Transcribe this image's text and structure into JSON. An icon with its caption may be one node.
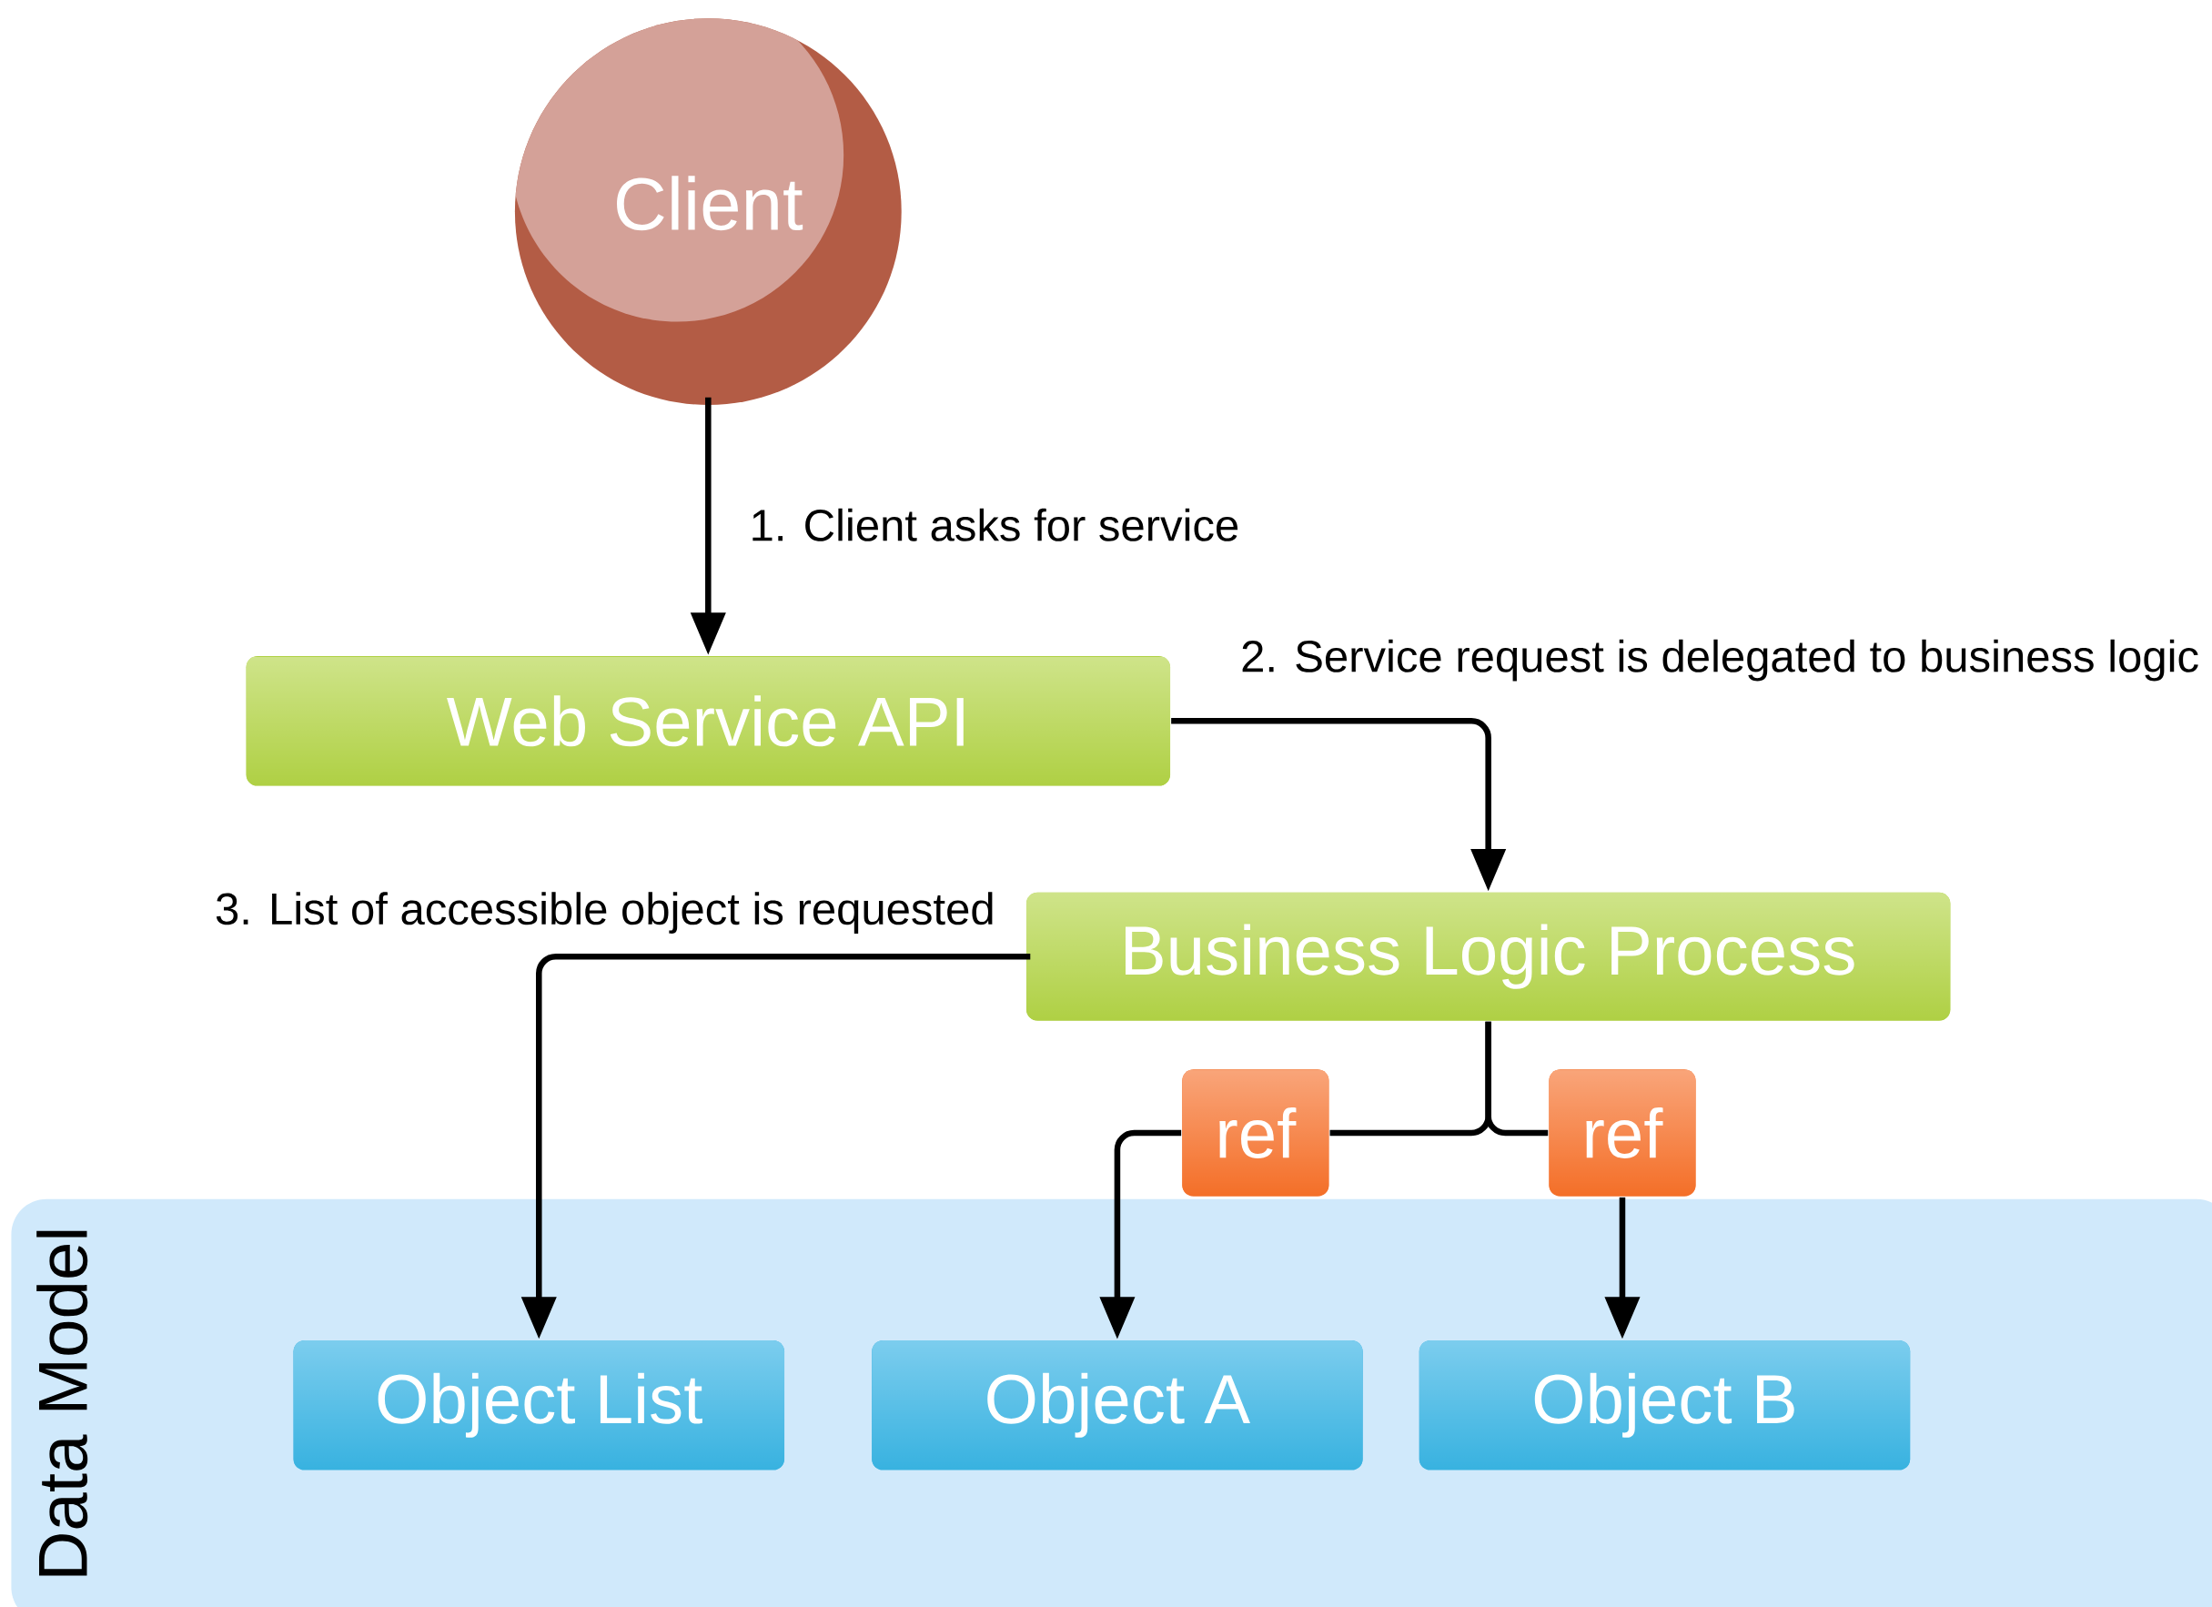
{
  "diagram": {
    "nodes": [
      {
        "text": [
          "Client"
        ]
      },
      {
        "text": [
          "Web Service API"
        ]
      },
      {
        "text": [
          "Business Logic Process"
        ]
      },
      {
        "text": [
          "ref"
        ]
      },
      {
        "text": [
          "ref"
        ]
      },
      {
        "text": [
          "Data Model"
        ]
      },
      {
        "text": [
          "Object List"
        ],
        "in": 5
      },
      {
        "text": [
          "Object A"
        ],
        "in": 5
      },
      {
        "text": [
          "Object B"
        ],
        "in": 5
      }
    ],
    "edges": [
      {
        "from": 0,
        "to": 1,
        "arrow": "to",
        "label": "1. Client asks for service"
      },
      {
        "from": 1,
        "to": 2,
        "arrow": "to",
        "label": "2. Service request is delegated to business logic"
      },
      {
        "from": 2,
        "to": 6,
        "arrow": "to",
        "label": "3. List of accessible object is requested"
      },
      {
        "from": 2,
        "to": 3,
        "arrow": "none"
      },
      {
        "from": 2,
        "to": 4,
        "arrow": "none"
      },
      {
        "from": 3,
        "to": 7,
        "arrow": "to"
      },
      {
        "from": 4,
        "to": 8,
        "arrow": "to"
      }
    ]
  }
}
